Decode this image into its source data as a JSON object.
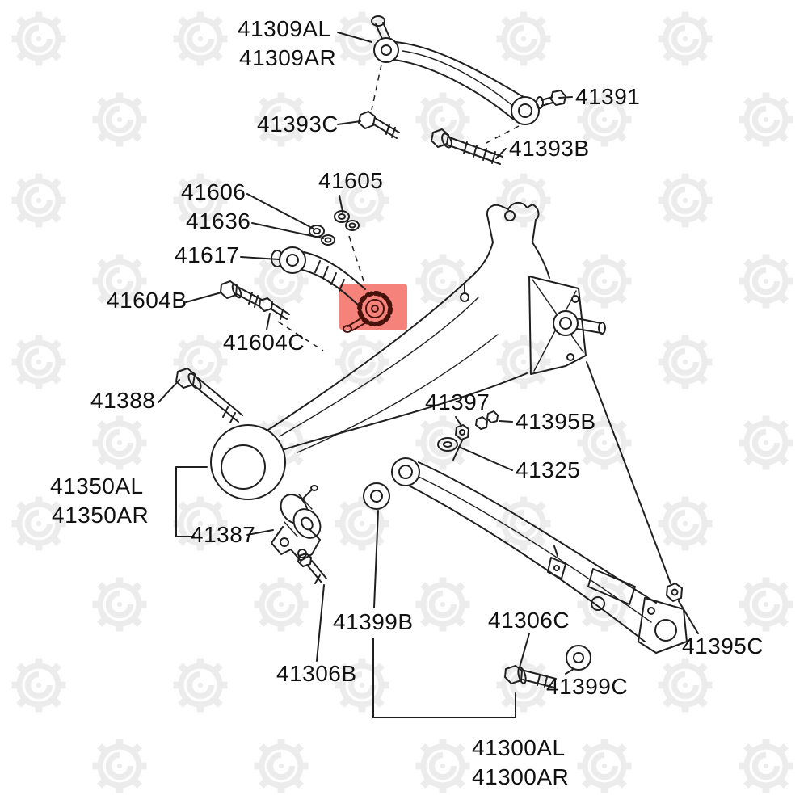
{
  "page": {
    "type": "automotive-parts-diagram",
    "subject": "rear-suspension-arm-assembly"
  },
  "colors": {
    "line": "#1f1f1f",
    "label": "#111111",
    "highlight": "#ee3124",
    "watermark": "#ececec",
    "background": "#ffffff",
    "cam": "#47120b"
  },
  "labels": [
    {
      "part_no": "41309AL"
    },
    {
      "part_no": "41309AR"
    },
    {
      "part_no": "41391"
    },
    {
      "part_no": "41393C"
    },
    {
      "part_no": "41393B"
    },
    {
      "part_no": "41605"
    },
    {
      "part_no": "41606"
    },
    {
      "part_no": "41636"
    },
    {
      "part_no": "41617"
    },
    {
      "part_no": "41604B"
    },
    {
      "part_no": "41604C"
    },
    {
      "part_no": "41388"
    },
    {
      "part_no": "41397"
    },
    {
      "part_no": "41395B"
    },
    {
      "part_no": "41325"
    },
    {
      "part_no": "41350AL"
    },
    {
      "part_no": "41350AR"
    },
    {
      "part_no": "41387"
    },
    {
      "part_no": "41399B"
    },
    {
      "part_no": "41306C"
    },
    {
      "part_no": "41306B"
    },
    {
      "part_no": "41399C"
    },
    {
      "part_no": "41395C"
    },
    {
      "part_no": "41300AL"
    },
    {
      "part_no": "41300AR"
    }
  ]
}
